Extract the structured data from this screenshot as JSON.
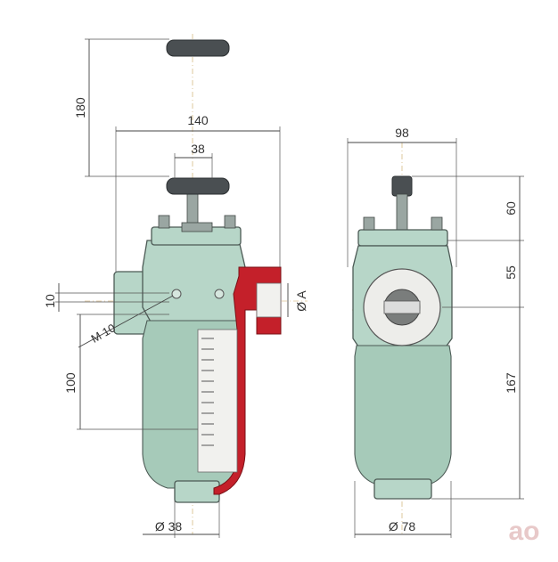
{
  "dimensions": {
    "handle_travel": "180",
    "width_overall": "140",
    "handle_width": "38",
    "port_offset": "10",
    "thread": "M 10",
    "height_lower": "100",
    "port_diameter": "Ø A",
    "bottom_diameter_left": "Ø 38",
    "width_side": "98",
    "height_top": "60",
    "height_mid": "55",
    "height_body": "167",
    "bottom_diameter_right": "Ø 78"
  },
  "logo": {
    "text": "ao",
    "color": "#e8c9c9"
  },
  "colors": {
    "body": "#b7d6c8",
    "section_cut": "#c4202a",
    "handle": "#4a4f52"
  }
}
